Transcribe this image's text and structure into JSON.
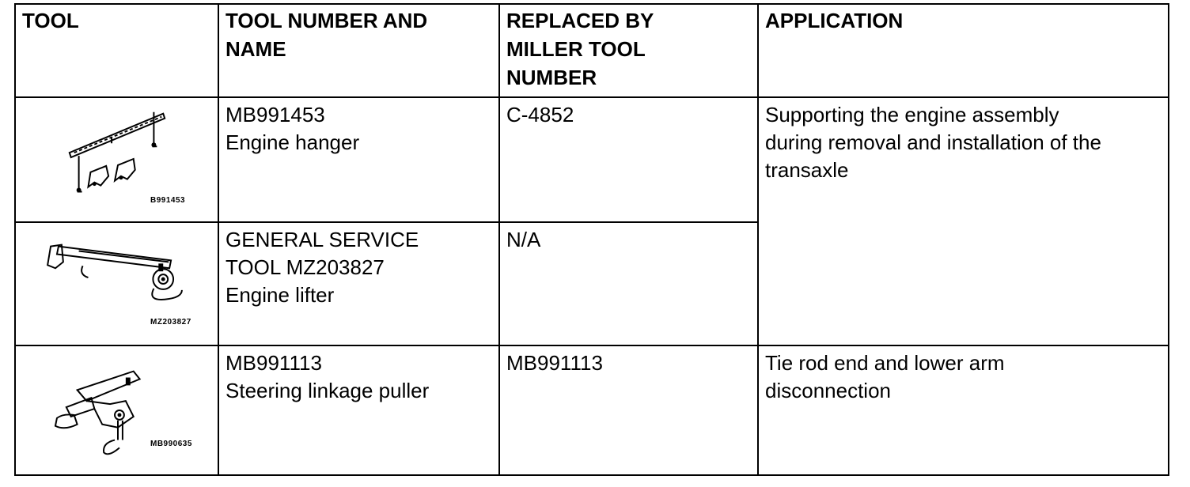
{
  "header": {
    "tool": "TOOL",
    "tool_number_name": [
      "TOOL NUMBER AND",
      "NAME"
    ],
    "replaced_by": [
      "REPLACED BY",
      "MILLER TOOL",
      "NUMBER"
    ],
    "application": "APPLICATION"
  },
  "rows": [
    {
      "illustration_code": "B991453",
      "name_lines": [
        "MB991453",
        "Engine hanger"
      ],
      "replaced": "C-4852"
    },
    {
      "illustration_code": "MZ203827",
      "name_lines": [
        "GENERAL SERVICE",
        "TOOL MZ203827",
        "Engine lifter"
      ],
      "replaced": "N/A"
    },
    {
      "illustration_code": "MB990635",
      "name_lines": [
        "MB991113",
        "Steering linkage puller"
      ],
      "replaced": "MB991113"
    }
  ],
  "applications": {
    "engine": [
      "Supporting the engine assembly",
      "during removal and installation of the",
      "transaxle"
    ],
    "tie_rod": [
      "Tie rod end and lower arm",
      "disconnection"
    ]
  }
}
